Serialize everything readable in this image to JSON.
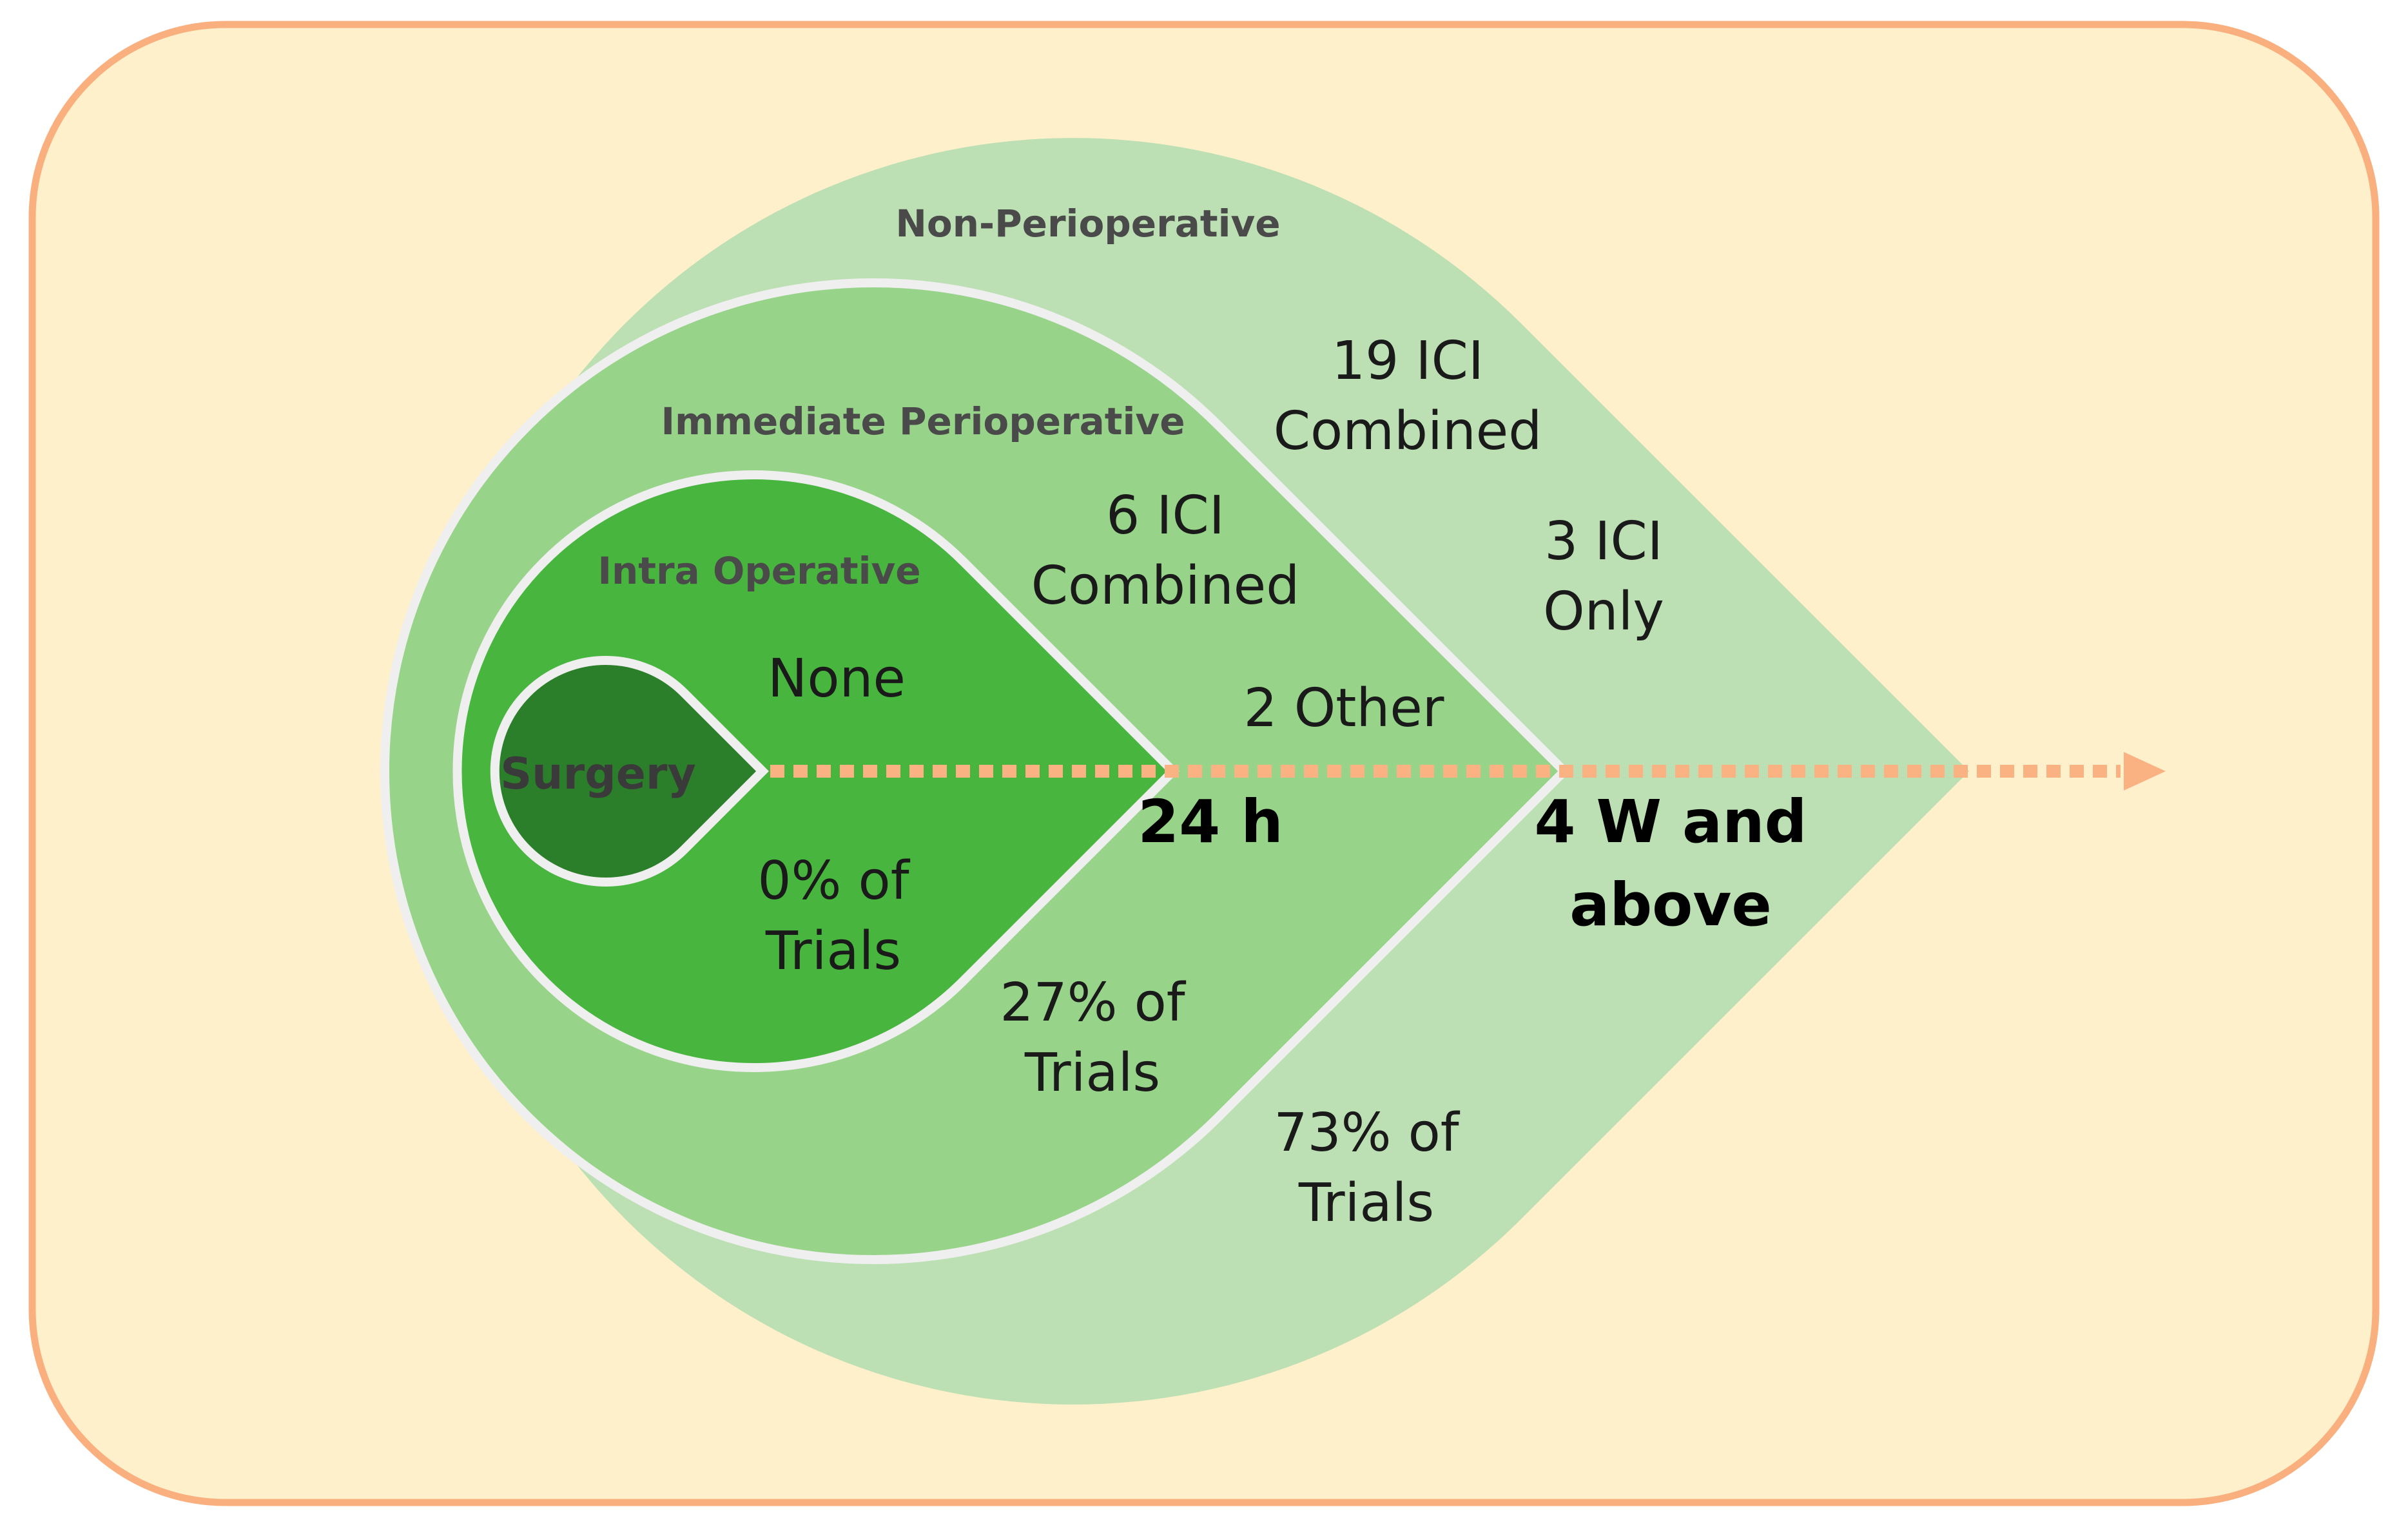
{
  "zones": {
    "non_perioperative": {
      "title": "Non-Perioperative",
      "count_line1": "19 ICI",
      "count_line2": "Combined",
      "extra_line1": "3 ICI",
      "extra_line2": "Only",
      "percent_line1": "73% of",
      "percent_line2": "Trials"
    },
    "immediate_perioperative": {
      "title": "Immediate Perioperative",
      "count_line1": "6 ICI",
      "count_line2": "Combined",
      "extra": "2 Other",
      "percent_line1": "27% of",
      "percent_line2": "Trials"
    },
    "intra_operative": {
      "title": "Intra Operative",
      "count": "None",
      "percent_line1": "0% of",
      "percent_line2": "Trials"
    },
    "surgery": {
      "label": "Surgery"
    }
  },
  "timeline": {
    "mark_24h": "24 h",
    "mark_4w_line1": "4 W and",
    "mark_4w_line2": "above"
  },
  "colors": {
    "background": "#fff0cc",
    "border": "#f9b07e",
    "non_perioperative": "#bce0b3",
    "immediate_perioperative": "#98d38a",
    "intra_operative": "#48b53e",
    "surgery": "#2c7f2a",
    "outline": "#efefef",
    "arrow": "#fbb282"
  }
}
